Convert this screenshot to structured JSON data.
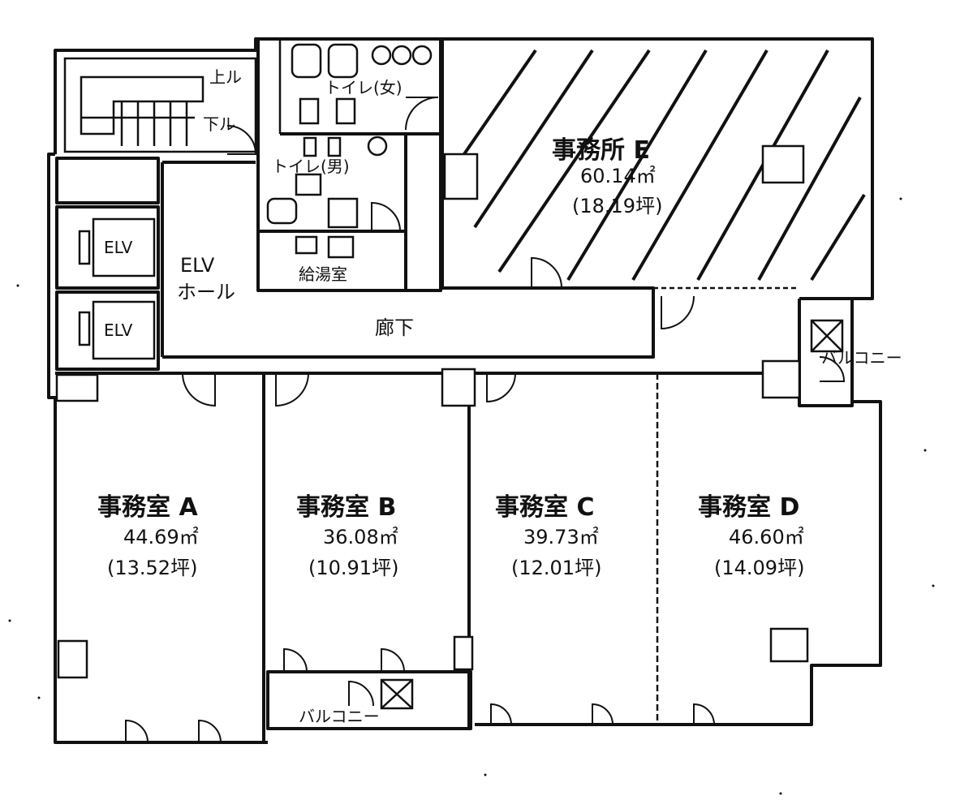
{
  "rooms": {
    "stairs": {
      "up": "上ル",
      "down": "下ル"
    },
    "toilet_women": "トイレ(女)",
    "toilet_men": "トイレ(男)",
    "kitchen": "給湯室",
    "elv_1": "ELV",
    "elv_2": "ELV",
    "elv_hall": {
      "line1": "ELV",
      "line2": "ホール"
    },
    "corridor": "廊下",
    "office_e": {
      "name": "事務所 E",
      "area": "60.14㎡",
      "tsubo": "(18.19坪)"
    },
    "office_a": {
      "name": "事務室 A",
      "area": "44.69㎡",
      "tsubo": "(13.52坪)"
    },
    "office_b": {
      "name": "事務室 B",
      "area": "36.08㎡",
      "tsubo": "(10.91坪)"
    },
    "office_c": {
      "name": "事務室 C",
      "area": "39.73㎡",
      "tsubo": "(12.01坪)"
    },
    "office_d": {
      "name": "事務室 D",
      "area": "46.60㎡",
      "tsubo": "(14.09坪)"
    },
    "balcony_right": "バルコニー",
    "balcony_bottom": "バルコニー"
  }
}
